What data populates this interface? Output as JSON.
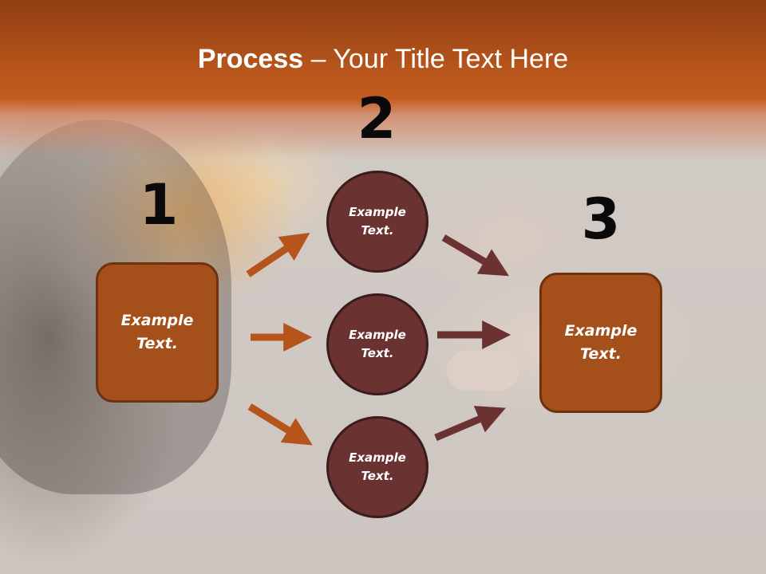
{
  "title": {
    "bold": "Process",
    "rest": " – Your Title Text Here"
  },
  "steps": [
    {
      "number": "1",
      "text": "Example\nText."
    },
    {
      "number": "2",
      "text": "Example\nText."
    },
    {
      "number": "3",
      "text": "Example\nText."
    }
  ],
  "middle_items": [
    {
      "text": "Example\nText."
    },
    {
      "text": "Example\nText."
    },
    {
      "text": "Example\nText."
    }
  ],
  "colors": {
    "banner": "#b4531a",
    "box_fill": "#a54f1b",
    "circle_fill": "#6b3232",
    "arrow_orange": "#b5541b",
    "arrow_maroon": "#6b3232"
  }
}
